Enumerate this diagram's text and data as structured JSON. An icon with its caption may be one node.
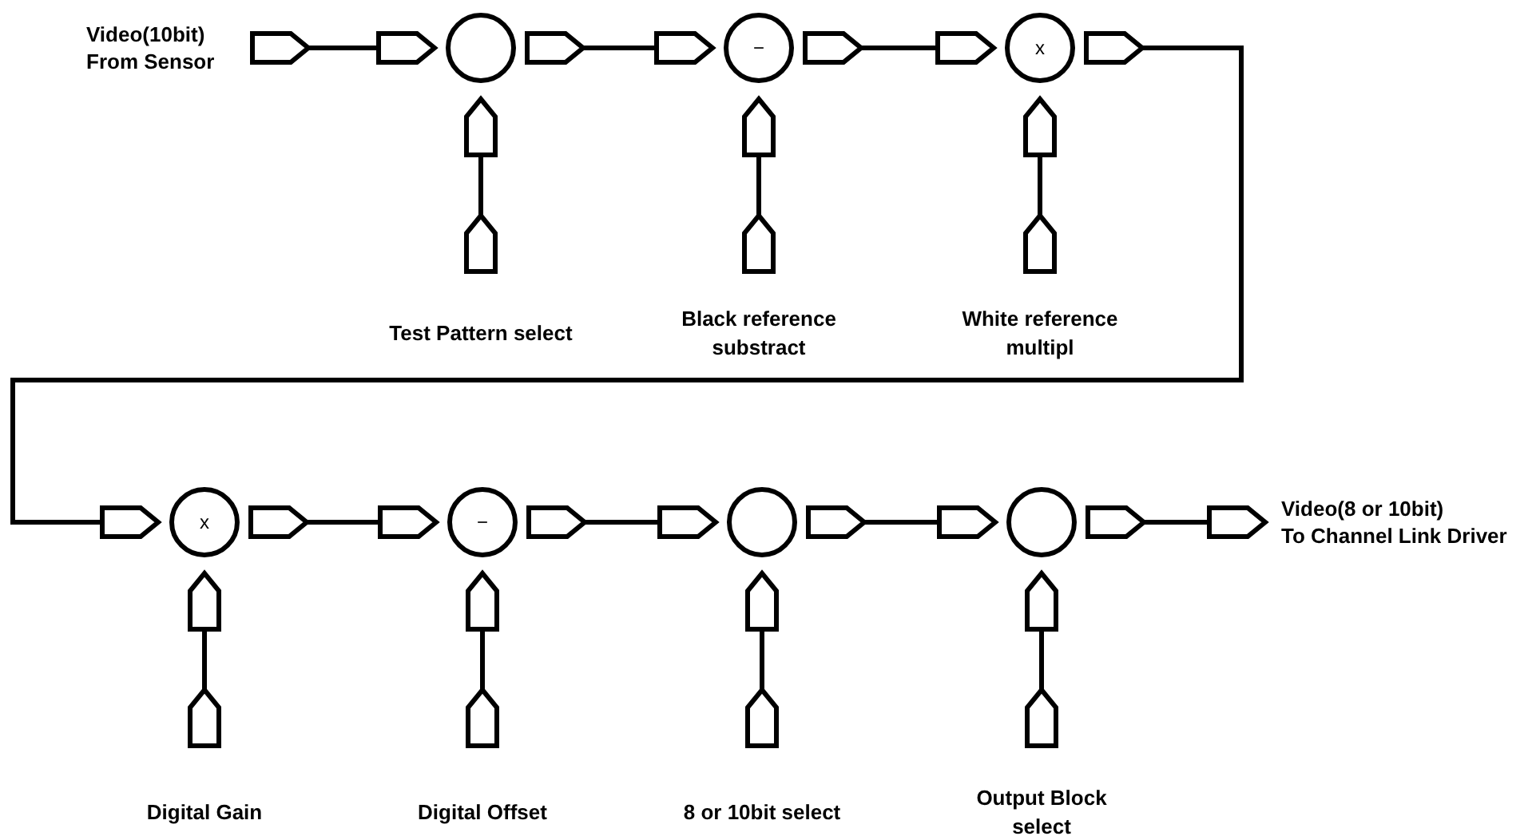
{
  "diagram": {
    "nodes": [
      {
        "text": [
          "Video(10bit)",
          "From Sensor"
        ]
      },
      {
        "text": [],
        "shape": "circle"
      },
      {
        "text": [
          "−"
        ]
      },
      {
        "text": [
          "x"
        ]
      },
      {
        "text": [
          "x"
        ]
      },
      {
        "text": [
          "−"
        ]
      },
      {
        "text": [],
        "shape": "circle"
      },
      {
        "text": [],
        "shape": "circle"
      },
      {
        "text": [
          "Video(8 or 10bit)",
          "To Channel Link Driver"
        ]
      }
    ],
    "edges": [
      {
        "from": 0,
        "to": 1,
        "arrow": "to"
      },
      {
        "from": 1,
        "to": 2,
        "arrow": "to"
      },
      {
        "from": 2,
        "to": 3,
        "arrow": "to"
      },
      {
        "from": 3,
        "to": 4,
        "arrow": "to"
      },
      {
        "from": 4,
        "to": 5,
        "arrow": "to"
      },
      {
        "from": 5,
        "to": 6,
        "arrow": "to"
      },
      {
        "from": 6,
        "to": 7,
        "arrow": "to"
      },
      {
        "from": 7,
        "to": 8,
        "arrow": "to"
      },
      {
        "from": null,
        "to": 1,
        "arrow": "to"
      },
      {
        "from": null,
        "to": 2,
        "arrow": "to"
      },
      {
        "from": null,
        "to": 3,
        "arrow": "to"
      },
      {
        "from": null,
        "to": 4,
        "arrow": "to"
      },
      {
        "from": null,
        "to": 5,
        "arrow": "to"
      },
      {
        "from": null,
        "to": 6,
        "arrow": "to"
      },
      {
        "from": null,
        "to": 7,
        "arrow": "to"
      }
    ],
    "labels": [
      "Test Pattern select",
      "Black reference substract",
      "White reference multipl",
      "Digital Gain",
      "Digital Offset",
      "8 or 10bit select",
      "Output Block select"
    ]
  }
}
